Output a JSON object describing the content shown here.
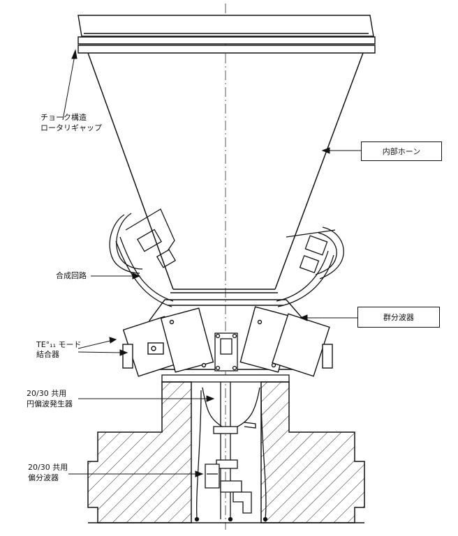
{
  "labels": {
    "choke_line1": "チョーク構造",
    "choke_line2": "ロータリギャップ",
    "inner_horn": "内部ホーン",
    "combiner": "合成回路",
    "group_divider": "群分波器",
    "te_mode_line1": "TE°₁₁ モード",
    "te_mode_line2": "結合器",
    "cp_gen_line1": "20/30 共用",
    "cp_gen_line2": "円偏波発生器",
    "ortho_line1": "20/30 共用",
    "ortho_line2": "偏分波器"
  }
}
